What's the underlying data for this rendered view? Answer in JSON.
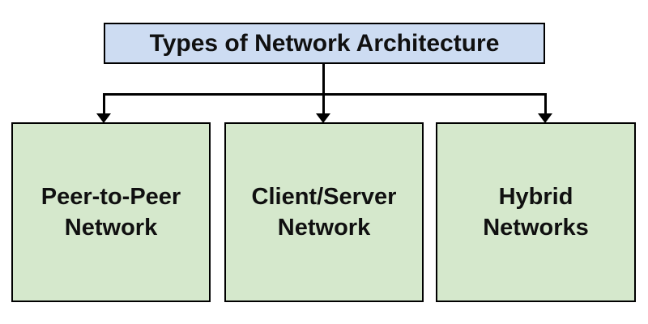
{
  "diagram": {
    "root": {
      "label": "Types of Network Architecture"
    },
    "nodes": [
      {
        "id": "peer-to-peer",
        "label": "Peer-to-Peer\nNetwork"
      },
      {
        "id": "client-server",
        "label": "Client/Server\nNetwork"
      },
      {
        "id": "hybrid",
        "label": "Hybrid\nNetworks"
      }
    ]
  },
  "colors": {
    "title-fill": "#cddcf2",
    "node-fill": "#d5e8cc",
    "line": "#000000",
    "text": "#101010",
    "background": "#ffffff"
  }
}
